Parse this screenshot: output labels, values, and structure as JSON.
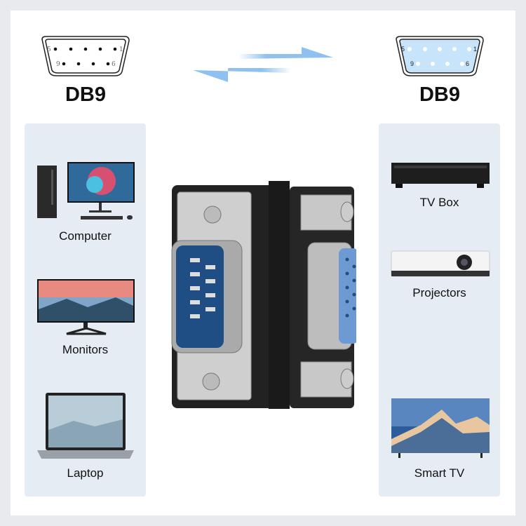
{
  "left_connector": {
    "label": "DB9",
    "pins": {
      "top_left": "5",
      "top_right": "1",
      "bottom_left": "9",
      "bottom_right": "6"
    }
  },
  "right_connector": {
    "label": "DB9",
    "pins": {
      "top_left": "5",
      "top_right": "1",
      "bottom_left": "9",
      "bottom_right": "6"
    }
  },
  "left_devices": [
    {
      "label": "Computer"
    },
    {
      "label": "Monitors"
    },
    {
      "label": "Laptop"
    }
  ],
  "right_devices": [
    {
      "label": "TV Box"
    },
    {
      "label": "Projectors"
    },
    {
      "label": "Smart TV"
    }
  ],
  "colors": {
    "accent": "#8fc1f0",
    "panel": "#e5ecf4",
    "connector_fill": "#c8e4fa"
  }
}
